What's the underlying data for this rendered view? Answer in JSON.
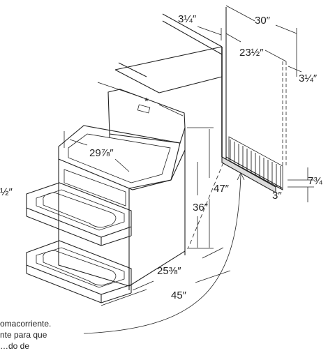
{
  "diagram": {
    "subject": "range installation dimensions",
    "dimensions": {
      "top_clearance": "3¼″",
      "overall_width": "30″",
      "cabinet_opening": "23½″",
      "side_clearance": "3¼″",
      "asterisk": "*",
      "cooktop_width": "29⅞″",
      "total_height": "47″",
      "counter_height": "36″",
      "base_height": "7¾",
      "outlet_offset": "3″",
      "depth": "25⅜″",
      "door_open_depth": "45″",
      "left_edge_fragment": "½″"
    },
    "notes": {
      "line1": "omacorriente.",
      "line2": "nte para que",
      "line3": "…do de"
    }
  }
}
